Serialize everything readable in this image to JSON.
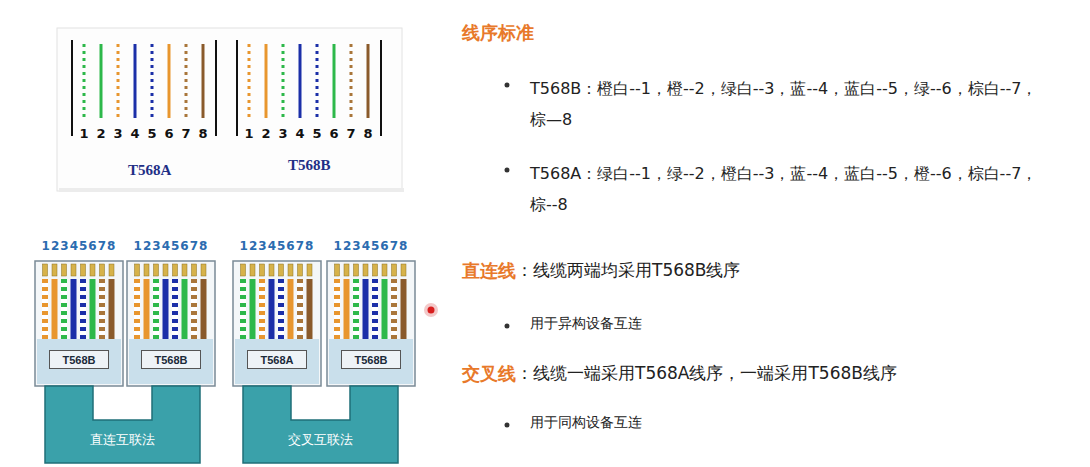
{
  "diagram": {
    "nodes": [
      {
        "text": [
          "T568B"
        ]
      },
      {
        "text": [
          "T568B"
        ]
      },
      {
        "text": [
          "T568A"
        ]
      },
      {
        "text": [
          "T568B"
        ]
      }
    ],
    "labels": [
      "线序标准",
      "T568B：橙白--1，橙--2，绿白--3，蓝--4，蓝白--5，绿--6，棕白--7，棕—8",
      "T568A：绿白--1，绿--2，橙白--3，蓝--4，蓝白--5，橙--6，棕白--7，棕--8",
      "直连线",
      "：线缆两端均采用T568B线序",
      "用于异构设备互连",
      "交叉线",
      "：线缆一端采用T568A线序，一端采用T568B线序",
      "用于同构设备互连",
      "T568A",
      "T568B",
      "1",
      "2",
      "3",
      "4",
      "5",
      "6",
      "7",
      "8",
      "1",
      "2",
      "3",
      "4",
      "5",
      "6",
      "7",
      "8",
      "12345678",
      "12345678",
      "12345678",
      "12345678",
      "直连互联法",
      "交叉互联法"
    ]
  }
}
